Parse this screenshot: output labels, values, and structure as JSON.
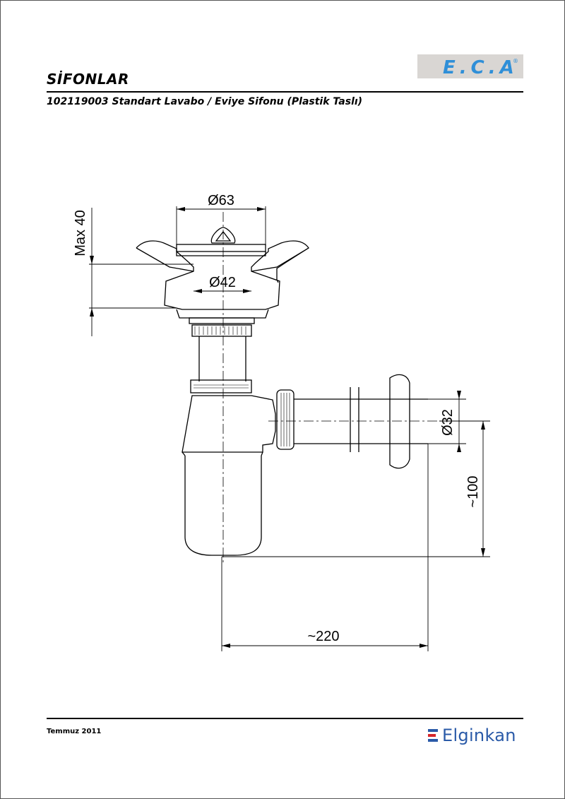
{
  "header": {
    "section_title": "SİFONLAR",
    "product_title": "102119003 Standart Lavabo / Eviye Sifonu (Plastik Taslı)",
    "logo_text": "E.C.A",
    "logo_registered": "®"
  },
  "drawing": {
    "dimensions": {
      "dia_top": "Ø63",
      "dia_mid": "Ø42",
      "max_height": "Max 40",
      "dia_outlet": "Ø32",
      "height_100": "~100",
      "length_220": "~220"
    }
  },
  "footer": {
    "date": "Temmuz 2011",
    "brand": "Elginkan"
  },
  "colors": {
    "logo_blue": "#2f8fd8",
    "brand_blue": "#2a5aa8",
    "brand_red": "#d6262b",
    "logo_bg": "#d9d6d3"
  }
}
